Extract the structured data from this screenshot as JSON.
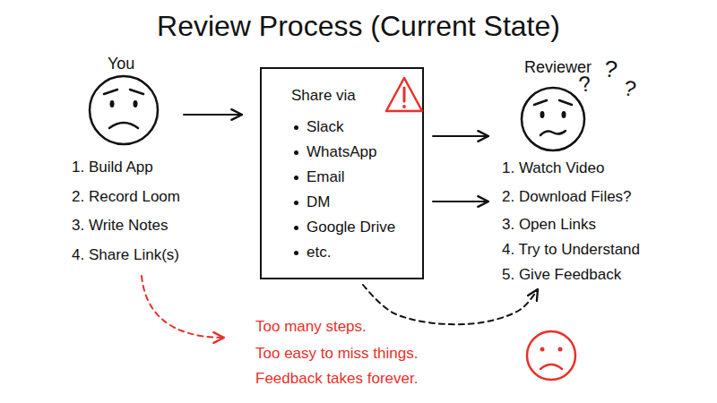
{
  "diagram": {
    "title": "Review Process (Current State)",
    "nodes": [
      {
        "text": [
          "You",
          "1. Build App",
          "2. Record Loom",
          "3. Write Notes",
          "4. Share Link(s)"
        ]
      },
      {
        "text": [
          "Share via",
          "Slack",
          "WhatsApp",
          "Email",
          "DM",
          "Google Drive",
          "etc."
        ]
      },
      {
        "text": [
          "Reviewer",
          "1. Watch Video",
          "2. Download Files?",
          "3. Open Links",
          "4. Try to Understand",
          "5. Give Feedback"
        ]
      }
    ],
    "edges": [
      {
        "from": 0,
        "to": 1,
        "arrow": "to"
      },
      {
        "from": 1,
        "to": 2,
        "arrow": "to"
      },
      {
        "from": 1,
        "to": 2,
        "arrow": "to"
      },
      {
        "from": 1,
        "to": 2,
        "arrow": "to"
      }
    ],
    "labels": [
      "Too many steps.",
      "Too easy to miss things.",
      "Feedback takes forever.",
      "?",
      "?",
      "?"
    ]
  }
}
